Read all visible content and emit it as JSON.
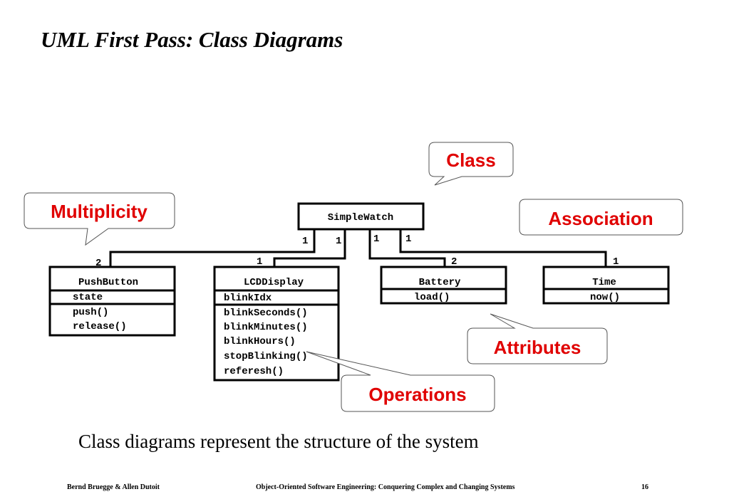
{
  "slide": {
    "title": "UML First Pass: Class Diagrams",
    "caption": "Class diagrams represent the structure of the system",
    "footer": {
      "authors": "Bernd Bruegge & Allen Dutoit",
      "book": "Object-Oriented Software Engineering: Conquering Complex and Changing Systems",
      "page": "16"
    }
  },
  "diagram": {
    "classes": {
      "simplewatch": {
        "name": "SimpleWatch"
      },
      "pushbutton": {
        "name": "PushButton",
        "attributes": [
          "state"
        ],
        "operations": [
          "push()",
          "release()"
        ]
      },
      "lcddisplay": {
        "name": "LCDDisplay",
        "attributes": [
          "blinkIdx"
        ],
        "operations": [
          "blinkSeconds()",
          "blinkMinutes()",
          "blinkHours()",
          "stopBlinking()",
          "referesh()"
        ]
      },
      "battery": {
        "name": "Battery",
        "attributes": [
          "load()"
        ]
      },
      "time": {
        "name": "Time",
        "attributes": [
          "now()"
        ]
      }
    },
    "multiplicities": {
      "pushbutton_watch": "1",
      "pushbutton_part": "2",
      "lcddisplay_watch": "1",
      "lcddisplay_part": "1",
      "battery_watch": "1",
      "battery_part": "2",
      "time_watch": "1",
      "time_part": "1"
    },
    "callouts": {
      "class": "Class",
      "multiplicity": "Multiplicity",
      "association": "Association",
      "attributes": "Attributes",
      "operations": "Operations"
    },
    "callout_color": "#e00000"
  }
}
